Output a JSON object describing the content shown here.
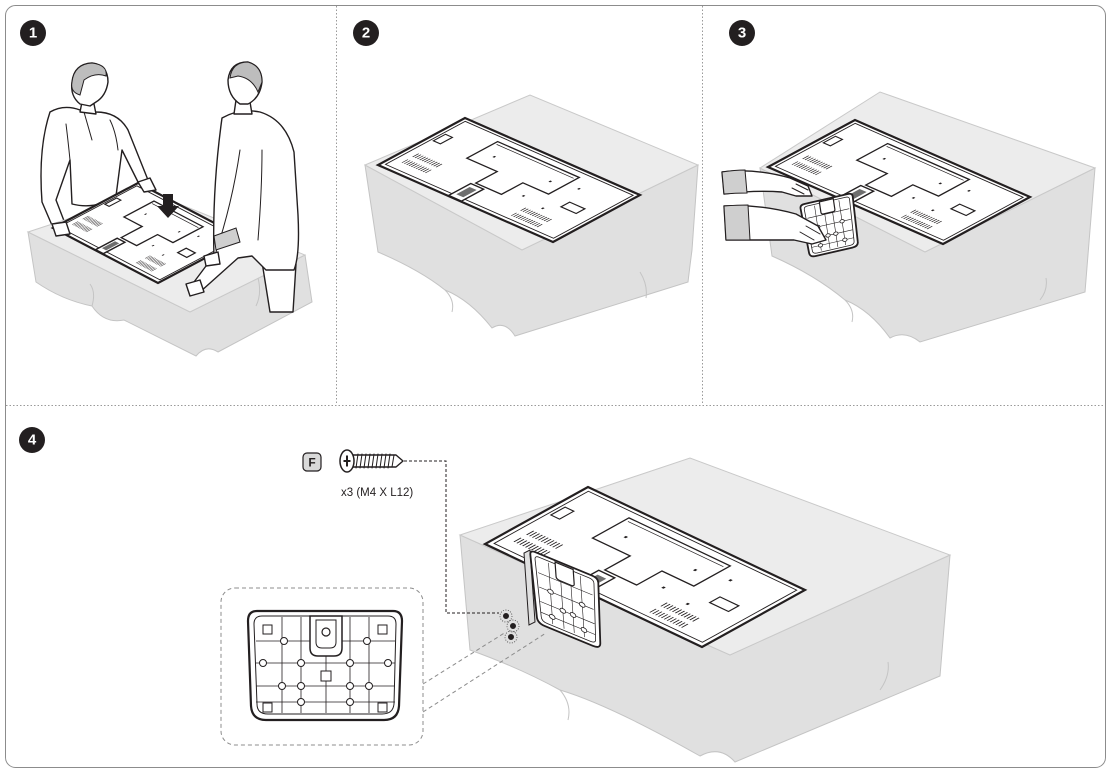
{
  "steps": [
    {
      "number": "1"
    },
    {
      "number": "2"
    },
    {
      "number": "3"
    },
    {
      "number": "4"
    }
  ],
  "screw": {
    "part_label": "F",
    "quantity_spec": "x3 (M4 X L12)",
    "icon": "screw-icon"
  },
  "colors": {
    "badge": "#231f20",
    "line": "#231f20",
    "tablecloth": "#e4e4e4",
    "part_tag": "#d9d9d9"
  }
}
